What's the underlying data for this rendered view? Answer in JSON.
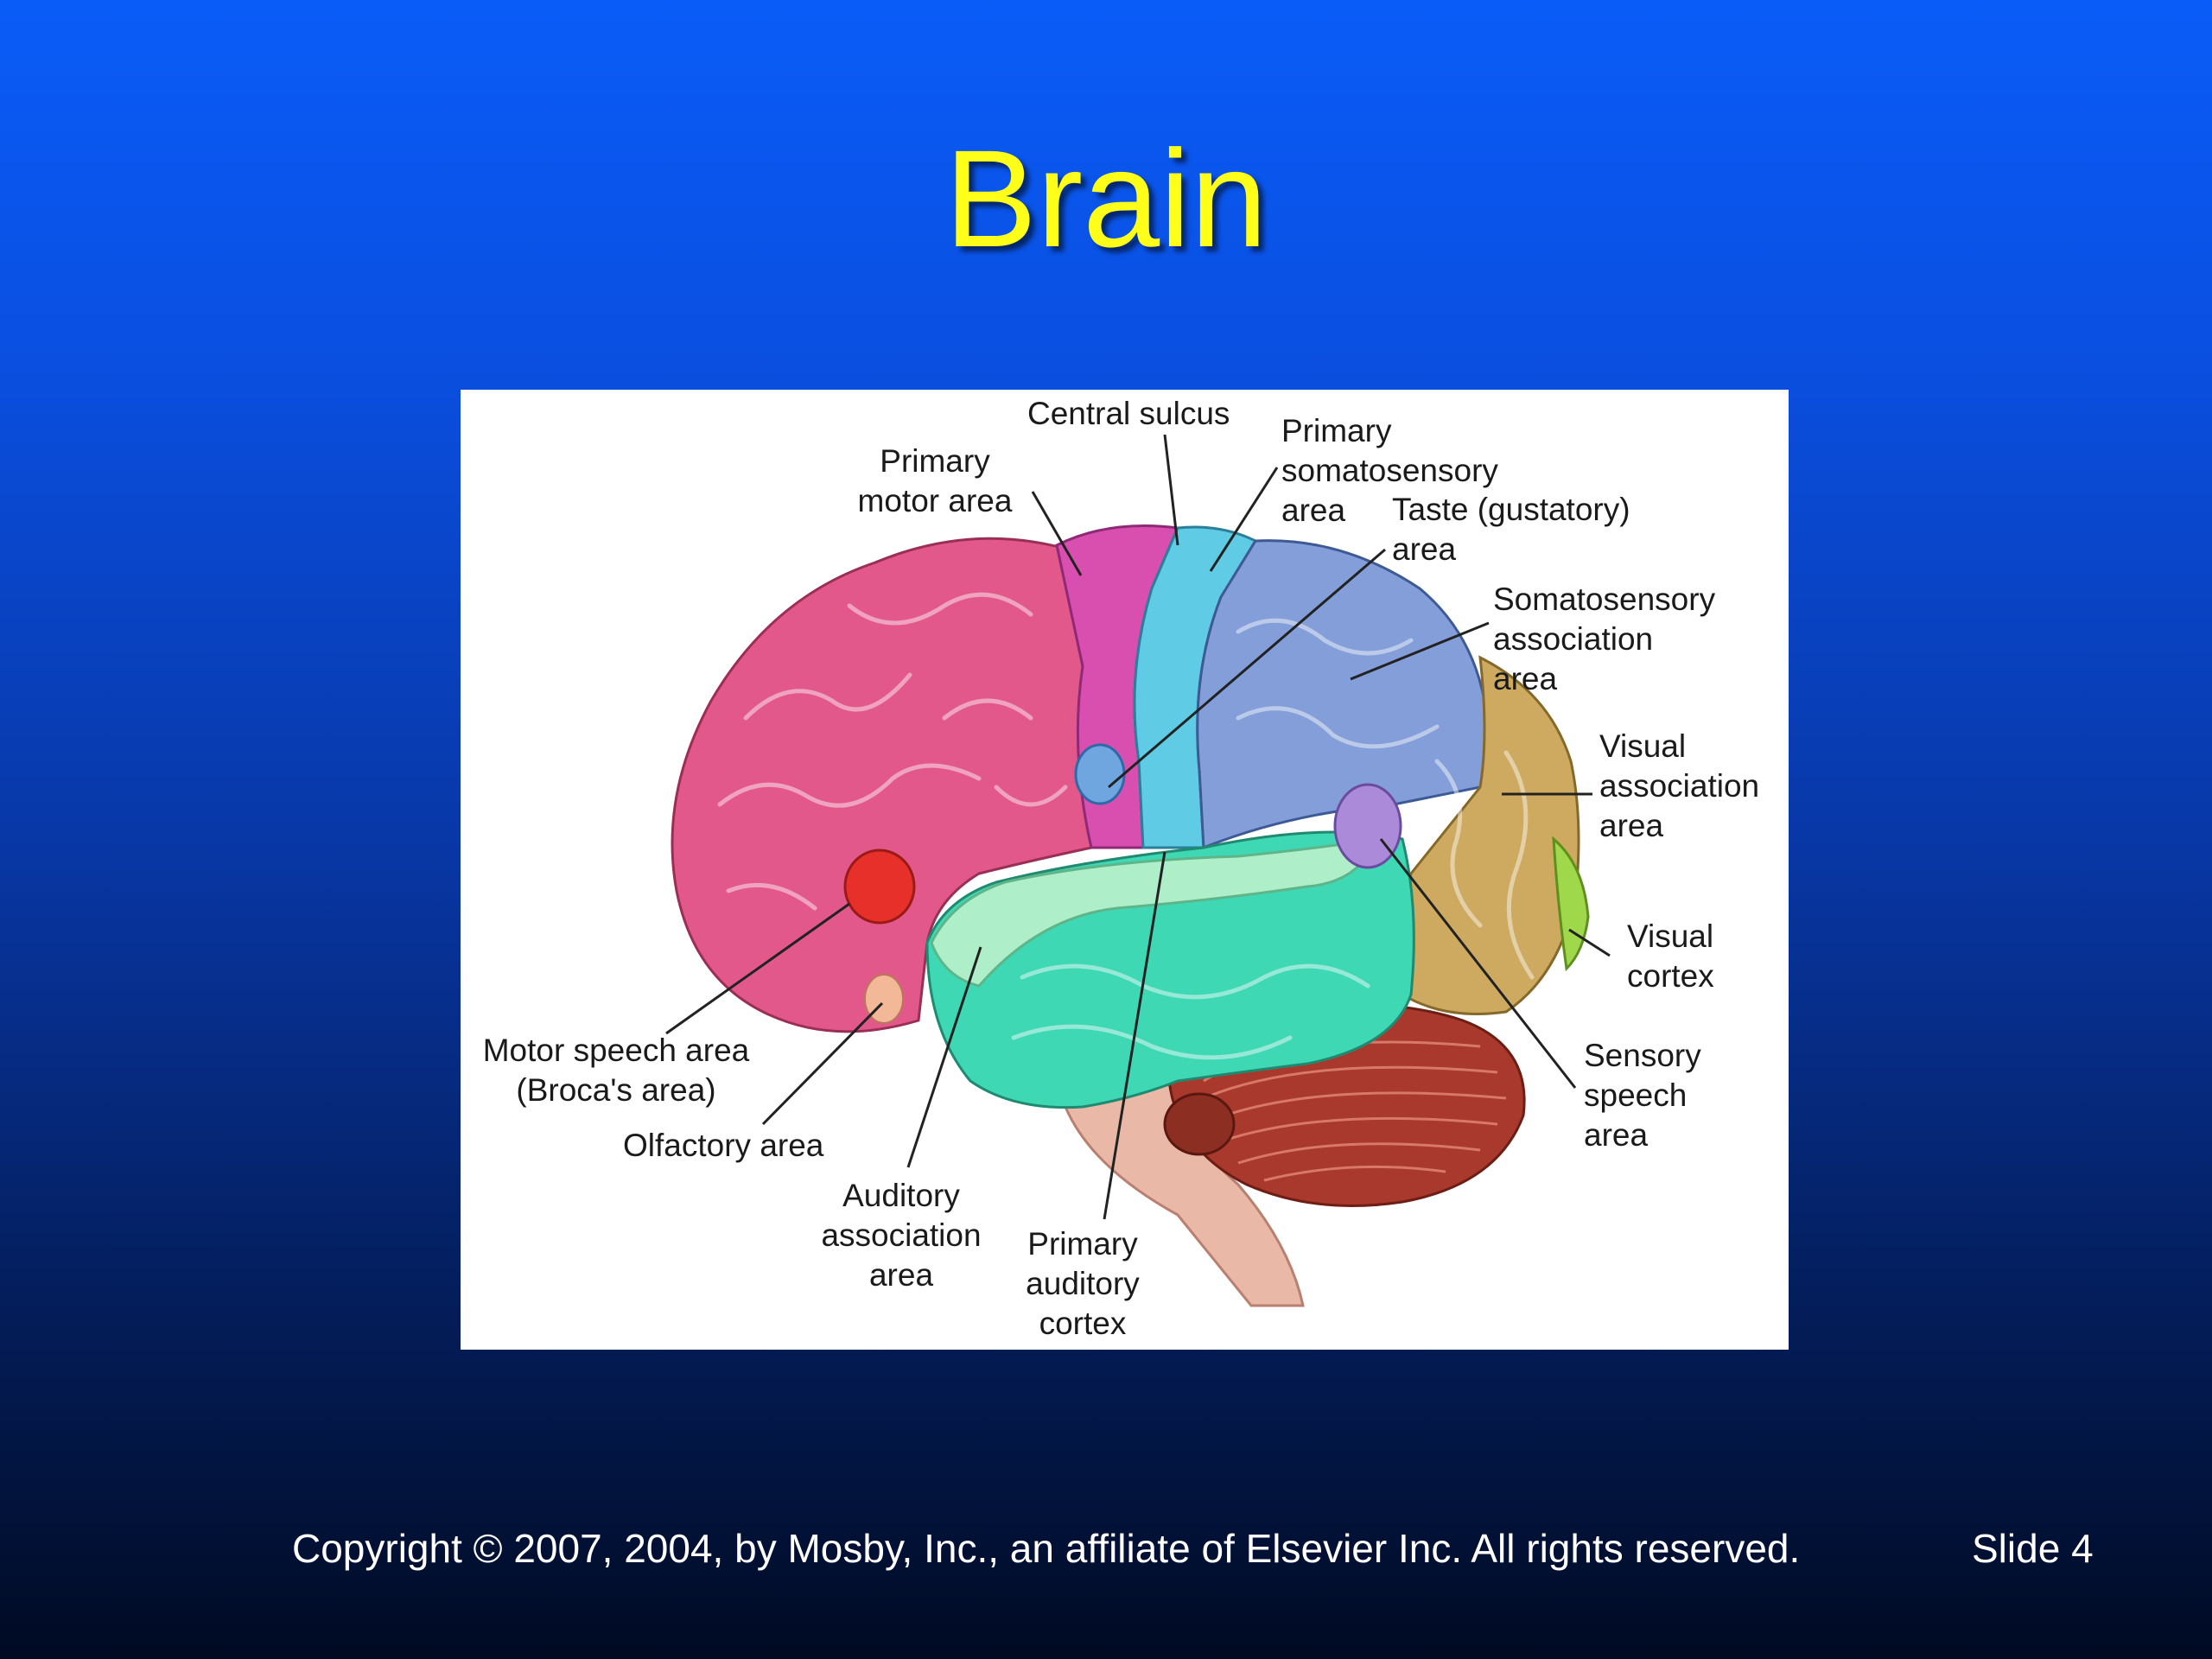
{
  "title": "Brain",
  "diagram": {
    "labels": {
      "central_sulcus": "Central sulcus",
      "primary_motor_area": "Primary\nmotor area",
      "primary_somatosensory_area": "Primary\nsomatosensory\narea",
      "taste_area": "Taste (gustatory)\narea",
      "somatosensory_association_area": "Somatosensory\nassociation\narea",
      "visual_association_area": "Visual\nassociation\narea",
      "visual_cortex": "Visual\ncortex",
      "sensory_speech_area": "Sensory\nspeech\narea",
      "motor_speech_area": "Motor speech area\n(Broca's area)",
      "olfactory_area": "Olfactory area",
      "auditory_association_area": "Auditory\nassociation\narea",
      "primary_auditory_cortex": "Primary\nauditory\ncortex"
    },
    "region_colors": {
      "frontal_lobe": "#e0567e",
      "primary_motor": "#d94fa6",
      "primary_somatosensory": "#5cc6e0",
      "parietal_association": "#7f9ed6",
      "occipital": "#c9a85c",
      "visual_cortex": "#9fd84a",
      "temporal": "#3fd6b0",
      "auditory_association": "#a8ecc2",
      "broca": "#e8302a",
      "sensory_speech": "#a98ad8",
      "olfactory": "#f0b89a",
      "cerebellum": "#a8392c",
      "brainstem": "#e8b8a8"
    }
  },
  "footer": {
    "copyright": "Copyright © 2007, 2004, by Mosby, Inc., an affiliate of Elsevier Inc. All rights reserved.",
    "slide": "Slide 4"
  }
}
